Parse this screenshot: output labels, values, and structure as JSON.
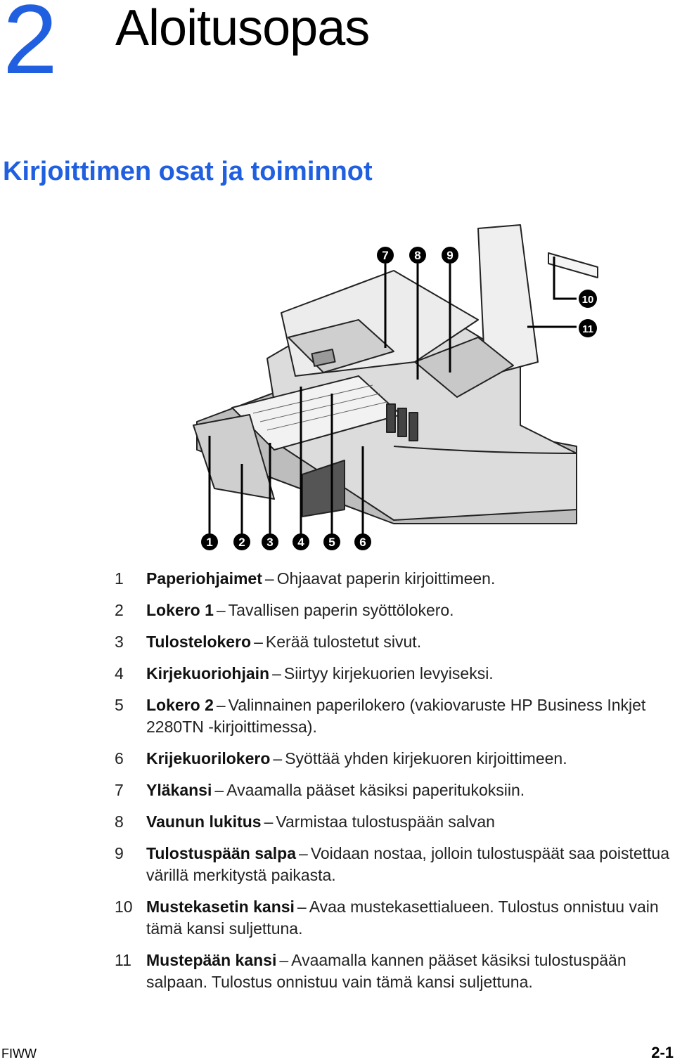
{
  "chapter": {
    "number": "2",
    "title": "Aloitusopas"
  },
  "section": {
    "title": "Kirjoittimen osat ja toiminnot"
  },
  "figure": {
    "callouts": [
      "1",
      "2",
      "3",
      "4",
      "5",
      "6",
      "7",
      "8",
      "9",
      "10",
      "11"
    ]
  },
  "parts": [
    {
      "num": "1",
      "name": "Paperiohjaimet",
      "desc": "Ohjaavat paperin kirjoittimeen."
    },
    {
      "num": "2",
      "name": "Lokero 1",
      "desc": "Tavallisen paperin syöttölokero."
    },
    {
      "num": "3",
      "name": "Tulostelokero",
      "desc": "Kerää tulostetut sivut."
    },
    {
      "num": "4",
      "name": "Kirjekuoriohjain",
      "desc": "Siirtyy kirjekuorien levyiseksi."
    },
    {
      "num": "5",
      "name": "Lokero 2",
      "desc": "Valinnainen paperilokero (vakiovaruste HP Business Inkjet 2280TN -kirjoittimessa)."
    },
    {
      "num": "6",
      "name": "Krijekuorilokero",
      "desc": "Syöttää yhden kirjekuoren kirjoittimeen."
    },
    {
      "num": "7",
      "name": "Yläkansi",
      "desc": "Avaamalla pääset käsiksi paperitukoksiin."
    },
    {
      "num": "8",
      "name": "Vaunun lukitus",
      "desc": "Varmistaa tulostuspään salvan"
    },
    {
      "num": "9",
      "name": "Tulostuspään salpa",
      "desc": "Voidaan nostaa, jolloin tulostuspäät saa poistettua värillä merkitystä paikasta."
    },
    {
      "num": "10",
      "name": "Mustekasetin kansi",
      "desc": "Avaa mustekasettialueen. Tulostus onnistuu vain tämä kansi suljettuna."
    },
    {
      "num": "11",
      "name": "Mustepään kansi",
      "desc": "Avaamalla kannen pääset käsiksi tulostuspään salpaan. Tulostus onnistuu vain tämä kansi suljettuna."
    }
  ],
  "footer": {
    "left": "FIWW",
    "right": "2-1"
  },
  "colors": {
    "accent": "#1f5fe0",
    "callout": "#000000"
  }
}
